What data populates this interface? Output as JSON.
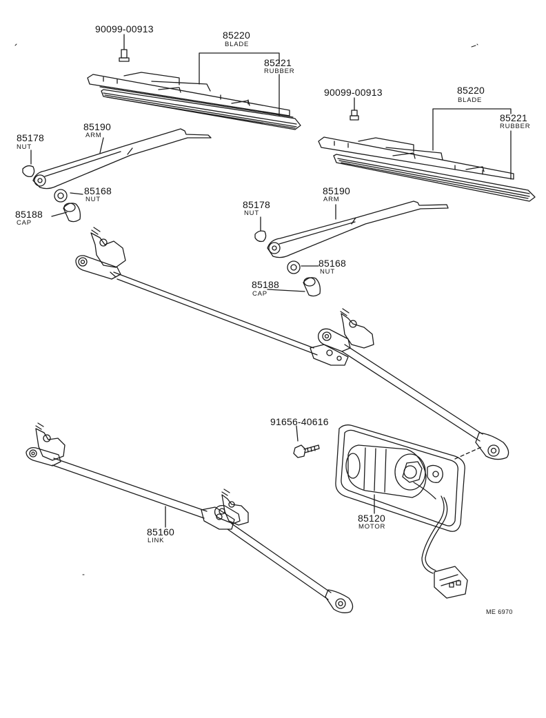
{
  "callouts": {
    "bolt_left": {
      "number": "90099-00913"
    },
    "blade_left": {
      "number": "85220",
      "name": "BLADE"
    },
    "rubber_left": {
      "number": "85221",
      "name": "RUBBER"
    },
    "nut_left": {
      "number": "85178",
      "name": "NUT"
    },
    "arm_left": {
      "number": "85190",
      "name": "ARM"
    },
    "nut2_left": {
      "number": "85168",
      "name": "NUT"
    },
    "cap_left": {
      "number": "85188",
      "name": "CAP"
    },
    "bolt_right": {
      "number": "90099-00913"
    },
    "blade_right": {
      "number": "85220",
      "name": "BLADE"
    },
    "rubber_right": {
      "number": "85221",
      "name": "RUBBER"
    },
    "nut_right": {
      "number": "85178",
      "name": "NUT"
    },
    "arm_right": {
      "number": "85190",
      "name": "ARM"
    },
    "nut2_right": {
      "number": "85168",
      "name": "NUT"
    },
    "cap_right": {
      "number": "85188",
      "name": "CAP"
    },
    "motor_bolt": {
      "number": "91656-40616"
    },
    "motor": {
      "number": "85120",
      "name": "MOTOR"
    },
    "link": {
      "number": "85160",
      "name": "LINK"
    }
  },
  "drawing_code": "ME 6970",
  "colors": {
    "ink": "#1a1a1a",
    "paper": "#ffffff"
  }
}
